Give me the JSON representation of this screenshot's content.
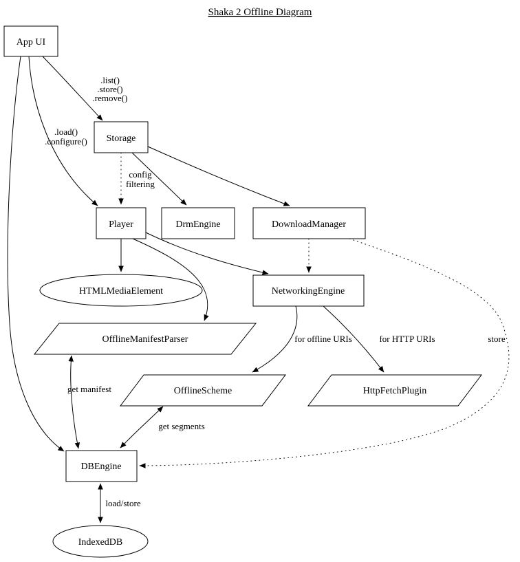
{
  "title": "Shaka 2 Offline Diagram",
  "colors": {
    "background": "#ffffff",
    "stroke": "#000000",
    "text": "#000000"
  },
  "nodes": {
    "app_ui": {
      "label": "App UI",
      "shape": "rectangle"
    },
    "storage": {
      "label": "Storage",
      "shape": "rectangle"
    },
    "player": {
      "label": "Player",
      "shape": "rectangle"
    },
    "drm_engine": {
      "label": "DrmEngine",
      "shape": "rectangle"
    },
    "download_manager": {
      "label": "DownloadManager",
      "shape": "rectangle"
    },
    "html_media_element": {
      "label": "HTMLMediaElement",
      "shape": "ellipse"
    },
    "networking_engine": {
      "label": "NetworkingEngine",
      "shape": "rectangle"
    },
    "offline_manifest_parser": {
      "label": "OfflineManifestParser",
      "shape": "parallelogram"
    },
    "offline_scheme": {
      "label": "OfflineScheme",
      "shape": "parallelogram"
    },
    "http_fetch_plugin": {
      "label": "HttpFetchPlugin",
      "shape": "parallelogram"
    },
    "db_engine": {
      "label": "DBEngine",
      "shape": "rectangle"
    },
    "indexed_db": {
      "label": "IndexedDB",
      "shape": "ellipse"
    }
  },
  "edges": {
    "app_ui_to_storage": {
      "from": "App UI",
      "to": "Storage",
      "style": "solid",
      "direction": "forward",
      "label_lines": [
        ".list()",
        ".store()",
        ".remove()"
      ]
    },
    "app_ui_to_player": {
      "from": "App UI",
      "to": "Player",
      "style": "solid",
      "direction": "forward",
      "label_lines": [
        ".load()",
        ".configure()"
      ]
    },
    "app_ui_to_db_engine": {
      "from": "App UI",
      "to": "DBEngine",
      "style": "solid",
      "direction": "forward",
      "label_lines": []
    },
    "storage_to_player": {
      "from": "Storage",
      "to": "Player",
      "style": "dotted",
      "direction": "forward",
      "label_lines": [
        "config",
        "filtering"
      ]
    },
    "storage_to_drm_engine": {
      "from": "Storage",
      "to": "DrmEngine",
      "style": "solid",
      "direction": "forward",
      "label_lines": []
    },
    "storage_to_download_manager": {
      "from": "Storage",
      "to": "DownloadManager",
      "style": "solid",
      "direction": "forward",
      "label_lines": []
    },
    "player_to_html_media_element": {
      "from": "Player",
      "to": "HTMLMediaElement",
      "style": "solid",
      "direction": "forward",
      "label_lines": []
    },
    "player_to_networking_engine": {
      "from": "Player",
      "to": "NetworkingEngine",
      "style": "solid",
      "direction": "forward",
      "label_lines": []
    },
    "player_to_offline_manifest_parser": {
      "from": "Player",
      "to": "OfflineManifestParser",
      "style": "solid",
      "direction": "forward",
      "label_lines": []
    },
    "download_manager_to_networking_engine": {
      "from": "DownloadManager",
      "to": "NetworkingEngine",
      "style": "dotted",
      "direction": "forward",
      "label_lines": []
    },
    "download_manager_to_db_engine": {
      "from": "DownloadManager",
      "to": "DBEngine",
      "style": "dotted",
      "direction": "forward",
      "label_lines": [
        "store"
      ]
    },
    "networking_engine_to_offline_scheme": {
      "from": "NetworkingEngine",
      "to": "OfflineScheme",
      "style": "solid",
      "direction": "forward",
      "label_lines": [
        "for offline URIs"
      ]
    },
    "networking_engine_to_http_fetch_plugin": {
      "from": "NetworkingEngine",
      "to": "HttpFetchPlugin",
      "style": "solid",
      "direction": "forward",
      "label_lines": [
        "for HTTP URIs"
      ]
    },
    "offline_manifest_parser_to_db_engine": {
      "from": "OfflineManifestParser",
      "to": "DBEngine",
      "style": "solid",
      "direction": "both",
      "label_lines": [
        "get manifest"
      ]
    },
    "offline_scheme_to_db_engine": {
      "from": "OfflineScheme",
      "to": "DBEngine",
      "style": "solid",
      "direction": "both",
      "label_lines": [
        "get segments"
      ]
    },
    "db_engine_to_indexed_db": {
      "from": "DBEngine",
      "to": "IndexedDB",
      "style": "solid",
      "direction": "both",
      "label_lines": [
        "load/store"
      ]
    }
  }
}
